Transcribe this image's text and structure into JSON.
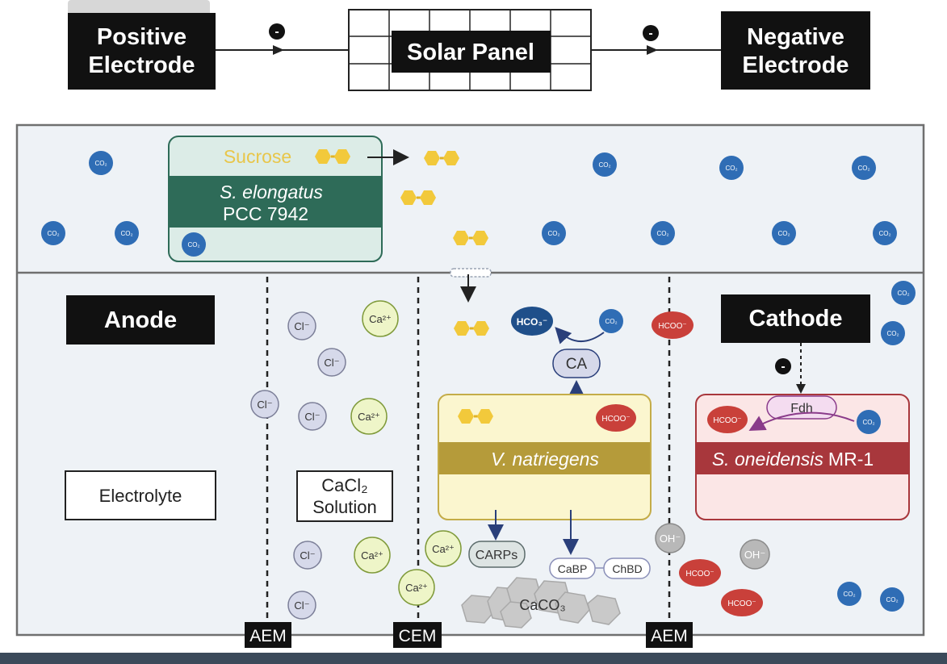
{
  "header": {
    "positive_electrode": [
      "Positive",
      "Electrode"
    ],
    "negative_electrode": [
      "Negative",
      "Electrode"
    ],
    "solar_panel": "Solar Panel",
    "electron_symbol": "-"
  },
  "top_chamber": {
    "sucrose_label": "Sucrose",
    "organism_name": "S. elongatus",
    "organism_strain": "PCC 7942"
  },
  "molecules": {
    "co2": "CO₂",
    "cl": "Cl⁻",
    "ca": "Ca²⁺",
    "hco3": "HCO₃⁻",
    "hcoo": "HCOO⁻",
    "oh": "OH⁻"
  },
  "bottom_chamber": {
    "anode": "Anode",
    "cathode": "Cathode",
    "electrolyte": "Electrolyte",
    "cacl2_line1": "CaCl₂",
    "cacl2_line2": "Solution",
    "ca_enzyme": "CA",
    "natriegens": "V. natriegens",
    "oneidensis_italic": "S. oneidensis",
    "oneidensis_strain": "MR-1",
    "fdh": "Fdh",
    "carps": "CARPs",
    "cabp": "CaBP",
    "chbd": "ChBD",
    "caco3": "CaCO₃"
  },
  "membranes": [
    "AEM",
    "CEM",
    "AEM"
  ],
  "colors": {
    "panel_bg": "#eef2f6",
    "header_box": "#111111",
    "co2_blue": "#2f6db5",
    "cl_fill": "#d6d9ea",
    "ca_fill": "#eef5c8",
    "hcoo_red": "#c9403a",
    "hco3_navy": "#1f4f8a",
    "oh_grey": "#b8b8b8",
    "sucrose_yellow": "#f2c93b",
    "elongatus_green": "#2e6b58",
    "natriegens_gold": "#b59b3a",
    "oneidensis_red": "#a8373c",
    "fdh_purple": "#8a3b8a"
  }
}
